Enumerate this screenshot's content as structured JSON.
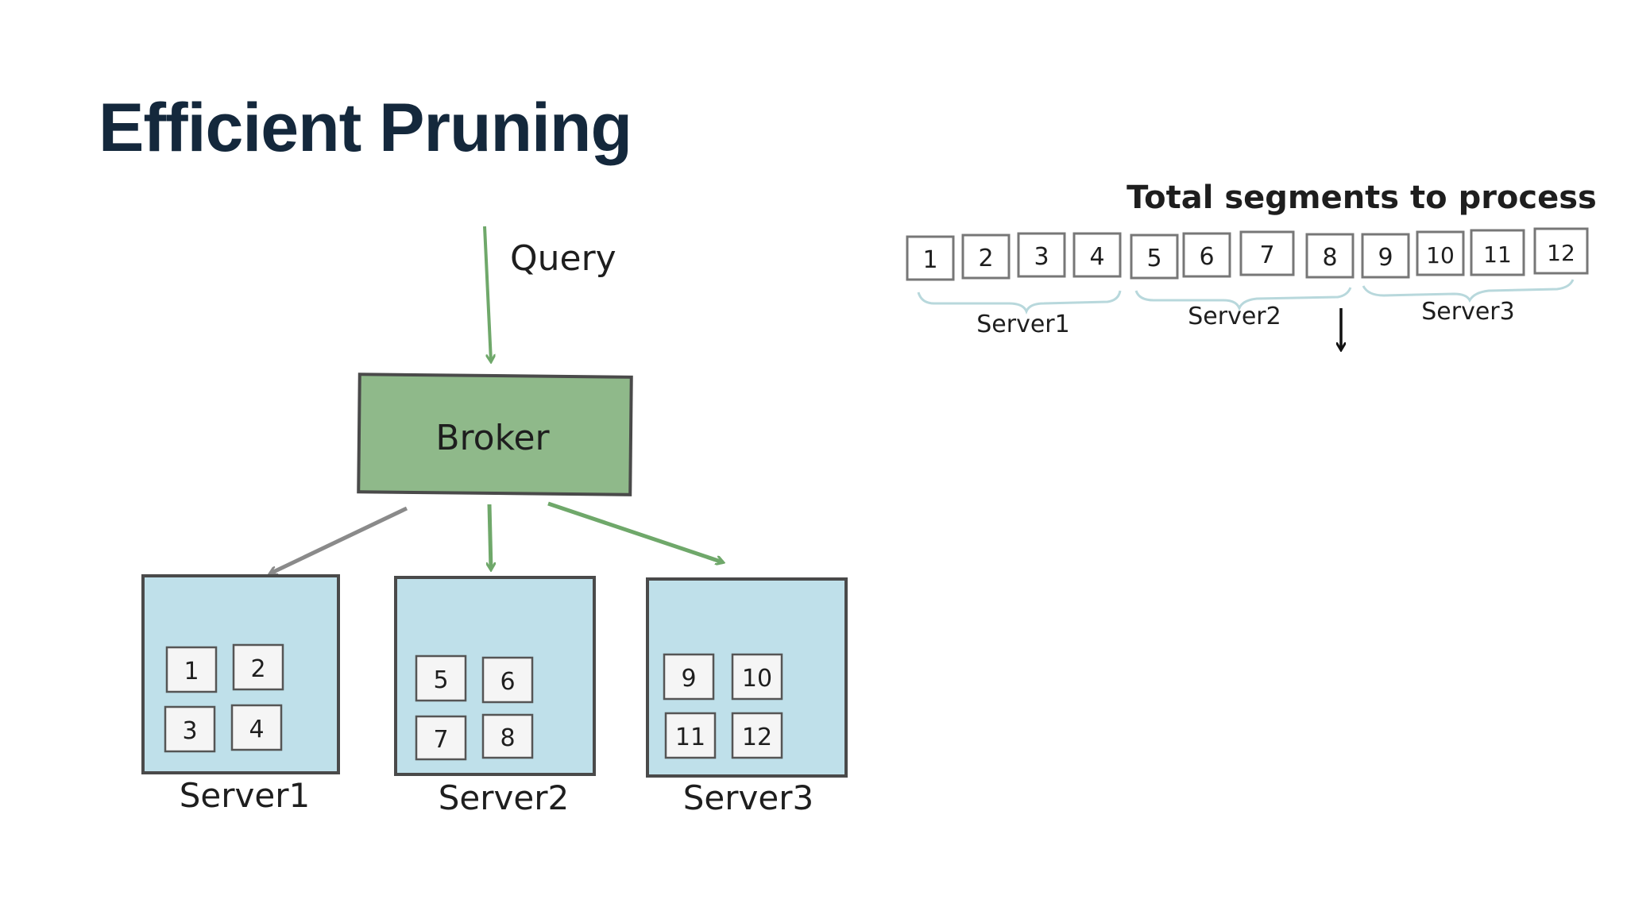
{
  "title": "Efficient Pruning",
  "diagram": {
    "query_label": "Query",
    "broker_label": "Broker",
    "servers": [
      {
        "name": "Server1",
        "segments": [
          "1",
          "2",
          "3",
          "4"
        ]
      },
      {
        "name": "Server2",
        "segments": [
          "5",
          "6",
          "7",
          "8"
        ]
      },
      {
        "name": "Server3",
        "segments": [
          "9",
          "10",
          "11",
          "12"
        ]
      }
    ],
    "segments_title": "Total segments to process",
    "segment_strip": [
      "1",
      "2",
      "3",
      "4",
      "5",
      "6",
      "7",
      "8",
      "9",
      "10",
      "11",
      "12"
    ],
    "strip_groups": [
      "Server1",
      "Server2",
      "Server3"
    ]
  },
  "colors": {
    "title": "#14283c",
    "broker_fill": "#8fb98a",
    "server_fill": "#bfe0ea",
    "arrow_green": "#6fa86a",
    "arrow_gray": "#8a8a8a",
    "outline": "#4a4a4a"
  }
}
